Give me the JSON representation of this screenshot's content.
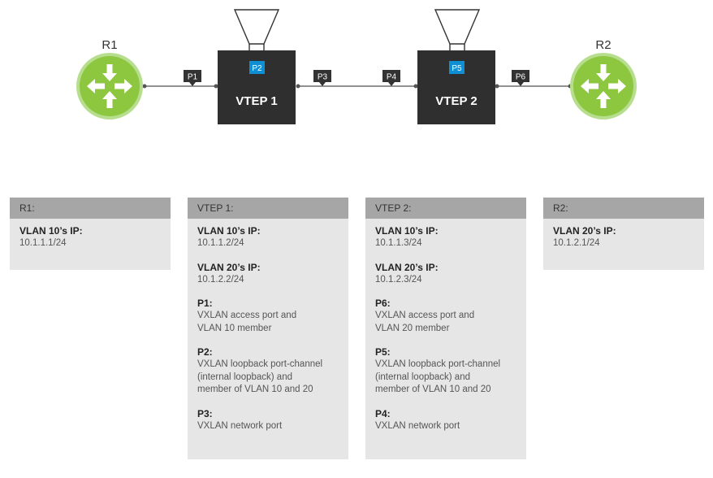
{
  "diagram": {
    "routers": [
      {
        "id": "r1",
        "label": "R1"
      },
      {
        "id": "r2",
        "label": "R2"
      }
    ],
    "vteps": [
      {
        "id": "vtep1",
        "label": "VTEP 1",
        "port_tag": "P2"
      },
      {
        "id": "vtep2",
        "label": "VTEP 2",
        "port_tag": "P5"
      }
    ],
    "ports": [
      "P1",
      "P3",
      "P4",
      "P6"
    ],
    "colors": {
      "router_green": "#8dc63f",
      "router_ring": "#b7dd8e",
      "vtep_box": "#2f2f2f",
      "port_tag_blue": "#0e8fd4",
      "port_label_bg": "#333333",
      "link": "#6d6d6d"
    }
  },
  "panels": {
    "r1": {
      "title": "R1:",
      "items": [
        {
          "label": "VLAN 10’s IP:",
          "value": "10.1.1.1/24"
        }
      ]
    },
    "vtep1": {
      "title": "VTEP 1:",
      "items": [
        {
          "label": "VLAN 10’s IP:",
          "value": "10.1.1.2/24"
        },
        {
          "label": "VLAN 20’s IP:",
          "value": "10.1.2.2/24"
        },
        {
          "label": "P1:",
          "value": "VXLAN access port and\nVLAN 10 member"
        },
        {
          "label": "P2:",
          "value": "VXLAN loopback port-channel\n(internal loopback) and\nmember of VLAN 10 and 20"
        },
        {
          "label": "P3:",
          "value": "VXLAN network port"
        }
      ]
    },
    "vtep2": {
      "title": "VTEP 2:",
      "items": [
        {
          "label": "VLAN 10’s IP:",
          "value": "10.1.1.3/24"
        },
        {
          "label": "VLAN 20’s IP:",
          "value": "10.1.2.3/24"
        },
        {
          "label": "P6:",
          "value": "VXLAN access port and\nVLAN 20 member"
        },
        {
          "label": "P5:",
          "value": "VXLAN loopback port-channel\n(internal loopback) and\nmember of VLAN 10 and 20"
        },
        {
          "label": "P4:",
          "value": "VXLAN network port"
        }
      ]
    },
    "r2": {
      "title": "R2:",
      "items": [
        {
          "label": "VLAN 20’s IP:",
          "value": "10.1.2.1/24"
        }
      ]
    }
  }
}
